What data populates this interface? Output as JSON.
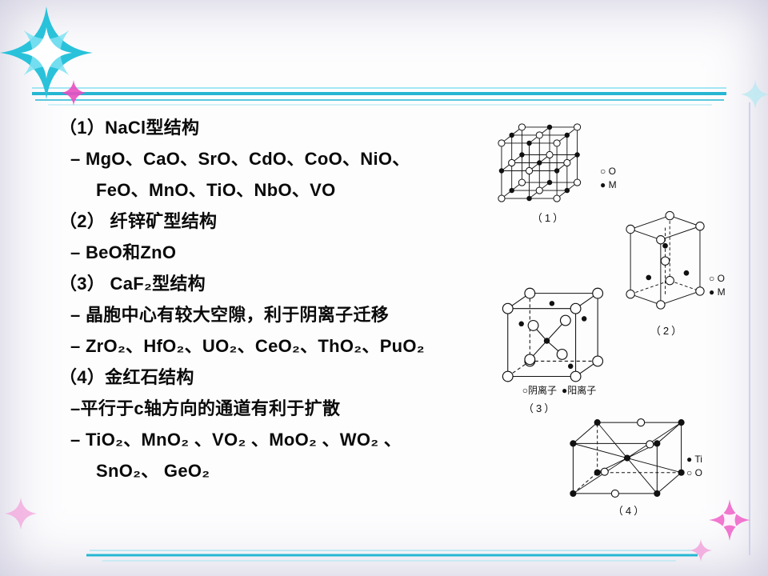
{
  "slide": {
    "lines": [
      {
        "text": "（1）NaCl型结构"
      },
      {
        "text": "– MgO、CaO、SrO、CdO、CoO、NiO、"
      },
      {
        "text": "FeO、MnO、TiO、NbO、VO"
      },
      {
        "text": "（2） 纤锌矿型结构"
      },
      {
        "text": "– BeO和ZnO"
      },
      {
        "text": "（3） CaF₂型结构"
      },
      {
        "text": "– 晶胞中心有较大空隙，利于阴离子迁移"
      },
      {
        "text": "– ZrO₂、HfO₂、UO₂、CeO₂、ThO₂、PuO₂"
      },
      {
        "text": "（4）金红石结构"
      },
      {
        "text": "–平行于c轴方向的通道有利于扩散"
      },
      {
        "text": "– TiO₂、MnO₂ 、VO₂ 、MoO₂ 、WO₂ 、"
      },
      {
        "text": "SnO₂、 GeO₂"
      }
    ],
    "figures": [
      {
        "caption": "（1）",
        "legend1": "○ O",
        "legend2": "● M"
      },
      {
        "caption": "（2）",
        "legend1": "○ O",
        "legend2": "● M"
      },
      {
        "caption": "（3）",
        "legend1": "○阴离子",
        "legend2": "●阳离子"
      },
      {
        "caption": "（4）",
        "legend1": "● Ti",
        "legend2": "○ O"
      }
    ],
    "colors": {
      "accent_cyan": "#25b6d2",
      "accent_pink": "#e94fc0",
      "text": "#0a0a0a",
      "diagram_ink": "#111111"
    }
  }
}
